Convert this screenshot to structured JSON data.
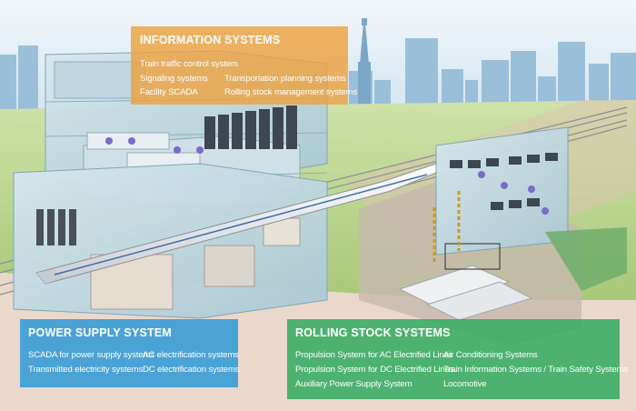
{
  "info_panel": {
    "title": "INFORMATION SYSTEMS",
    "items": [
      "Train traffic control system",
      "Signaling systems",
      "Facility SCADA",
      "Transportation planning systems",
      "Rolling stock management systems"
    ],
    "color": "#eca23f"
  },
  "power_panel": {
    "title": "POWER SUPPLY SYSTEM",
    "items": [
      "SCADA for power supply systems",
      "Transmitted electricity systems",
      "AC electrification systems",
      "DC electrification systems"
    ],
    "color": "#2896d7"
  },
  "rolling_panel": {
    "title": "ROLLING STOCK SYSTEMS",
    "items": [
      "Propulsion System for AC Electrified Lines",
      "Propulsion System for DC Electrified Lines",
      "Auxiliary Power Supply System",
      "Air Conditioning Systems",
      "Train Information Systems / Train Safety Systems",
      "Locomotive"
    ],
    "color": "#2baa5c"
  },
  "scene_colors": {
    "sky": "#dceaf4",
    "grass": "#b9d48a",
    "ground": "#e9d6c8",
    "glass": "#b8d4dc"
  }
}
